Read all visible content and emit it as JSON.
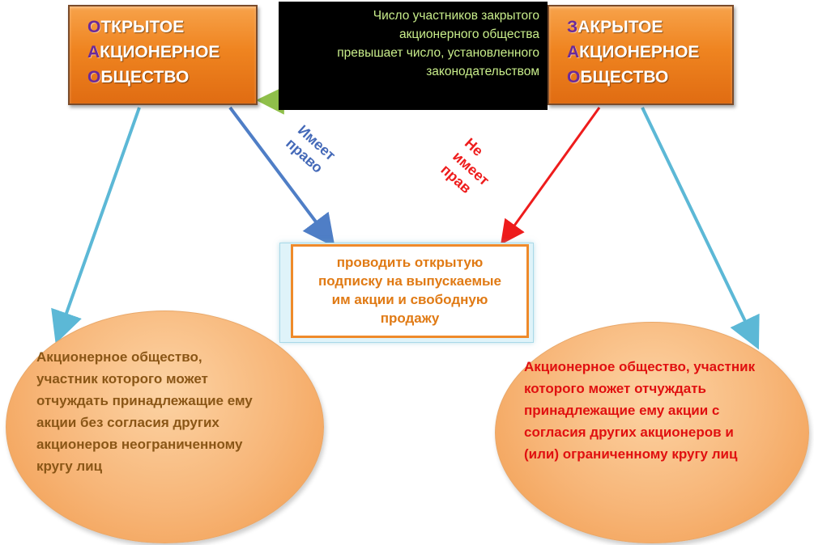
{
  "open_company": {
    "lines": [
      {
        "initial": "О",
        "rest": "ТКРЫТОЕ"
      },
      {
        "initial": "А",
        "rest": "КЦИОНЕРНОЕ"
      },
      {
        "initial": "О",
        "rest": "БЩЕСТВО"
      }
    ]
  },
  "closed_company": {
    "lines": [
      {
        "initial": "З",
        "rest": "АКРЫТОЕ"
      },
      {
        "initial": "А",
        "rest": "КЦИОНЕРНОЕ"
      },
      {
        "initial": "О",
        "rest": "БЩЕСТВО"
      }
    ]
  },
  "note": {
    "lines": [
      "Число участников закрытого",
      "акционерного общества",
      "превышает число, установленного",
      "законодательством"
    ]
  },
  "action": {
    "lines": [
      "проводить  открытую",
      "подписку на выпускаемые",
      "им акции и свободную",
      "продажу"
    ]
  },
  "labels": {
    "has_right": [
      "Имеет",
      "право"
    ],
    "no_right": [
      "Не",
      "имеет",
      "прав"
    ]
  },
  "left_result": {
    "lines": [
      "Акционерное общество,",
      "участник которого  может",
      "отчуждать принадлежащие  ему",
      "акции без согласия других",
      "акционеров  неограниченному",
      "кругу лиц"
    ]
  },
  "right_result": {
    "lines": [
      "Акционерное общество,  участник",
      "которого  может отчуждать",
      "принадлежащие ему акции с",
      "согласия других акционеров  и",
      "(или) ограниченному  кругу лиц"
    ]
  },
  "colors": {
    "orange": "#ef8420",
    "initial_purple": "#6a2a9a",
    "note_text": "#c9ee8b",
    "arrow_blue": "#4f7ec6",
    "arrow_red": "#ee1c1c",
    "arrow_cyan": "#5cb8d6",
    "arrow_dashed_green": "#8fbf4a",
    "left_text": "#8a5616",
    "right_text": "#e01010"
  }
}
